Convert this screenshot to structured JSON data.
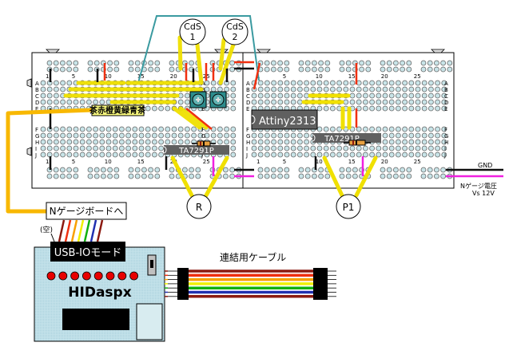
{
  "sensors": {
    "cds1": {
      "line1": "CdS",
      "line2": "1"
    },
    "cds2": {
      "line1": "CdS",
      "line2": "2"
    },
    "r": "R",
    "p1": "P1"
  },
  "chips": {
    "attiny": "Attiny2313",
    "ta_left": "TA7291P",
    "ta_right": "TA7291P"
  },
  "wire_color_label": "茶赤橙黄緑青茶",
  "labels": {
    "n_gauge_board": "Nゲージボードへ",
    "empty": "(空)",
    "usb_io_mode": "USB-IOモード",
    "hidaspx": "HIDaspx",
    "cable": "連結用ケーブル",
    "gnd": "GND",
    "n_gauge_voltage": "Nゲージ電圧",
    "vs": "Vs 12V"
  },
  "breadboard": {
    "row_labels_top": [
      "A",
      "B",
      "C",
      "D",
      "E"
    ],
    "row_labels_bottom": [
      "F",
      "G",
      "H",
      "I",
      "J"
    ],
    "column_numbers": [
      "1",
      "5",
      "10",
      "15",
      "20",
      "25"
    ]
  },
  "colors": {
    "yellow_wire": "#f0e000",
    "orange_wire": "#f8b800",
    "red_wire": "#f03010",
    "black_wire": "#101010",
    "magenta_wire": "#f020e0",
    "teal_wire": "#3a9aa0",
    "chip_gray": "#606060",
    "board_blue": "#b8dce4",
    "led_red": "#e80000",
    "pot_teal": "#2c8c8c"
  },
  "cable_colors": [
    "#8b1a10",
    "#f03010",
    "#f8a000",
    "#f0f000",
    "#10b010",
    "#2030b0",
    "#8b1a10"
  ],
  "led_count": 8
}
